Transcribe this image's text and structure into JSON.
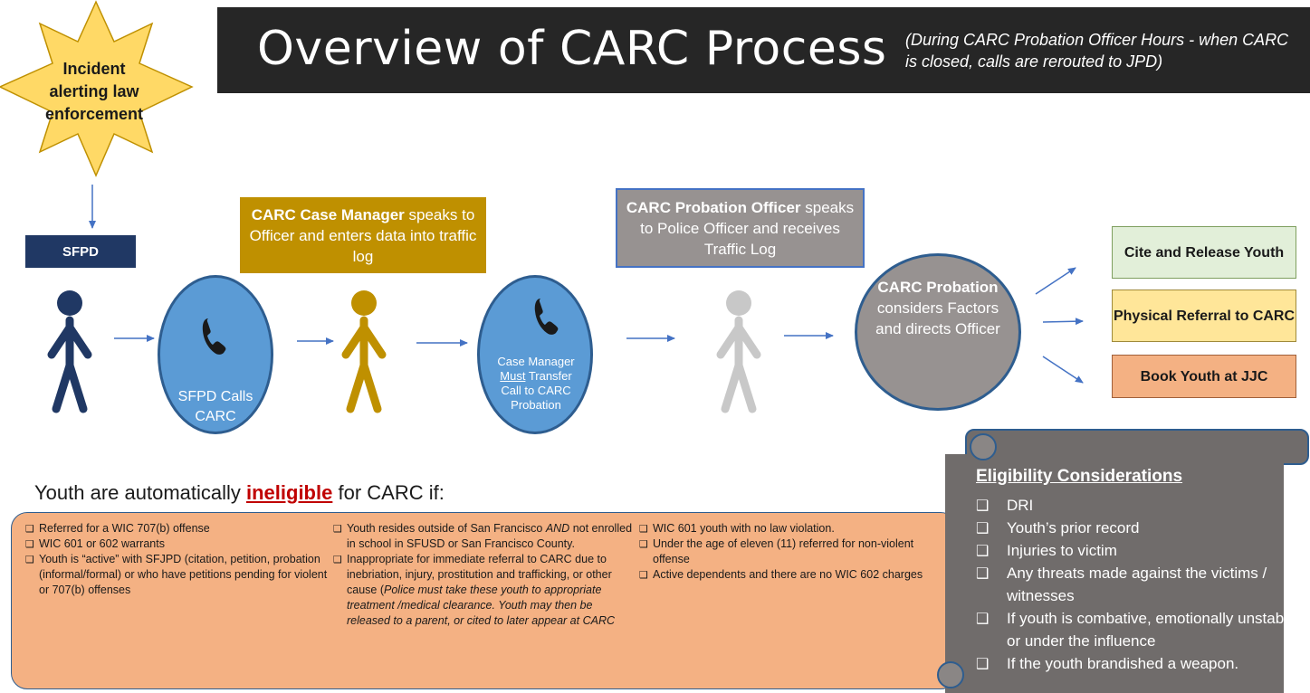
{
  "title": {
    "main": "Overview of CARC  Process",
    "note": "(During CARC Probation Officer Hours - when CARC is closed, calls are rerouted to JPD)"
  },
  "start": {
    "label": "Incident alerting law enforcement"
  },
  "sfpd": {
    "label": "SFPD"
  },
  "case_manager_box": {
    "bold": "CARC Case Manager",
    "rest": " speaks to Officer and enters data into traffic log"
  },
  "probation_officer_box": {
    "bold": "CARC Probation Officer",
    "rest": " speaks to Police Officer and receives Traffic Log"
  },
  "circle1": {
    "label": "SFPD Calls CARC"
  },
  "circle2": {
    "pre": "Case Manager ",
    "underline": "Must",
    "post": " Transfer Call to CARC Probation"
  },
  "circle3": {
    "bold": "CARC Probation",
    "rest": " considers Factors and directs Officer"
  },
  "outcomes": [
    "Cite and Release Youth",
    "Physical Referral to CARC",
    "Book Youth at JJC"
  ],
  "ineligible": {
    "heading_pre": "Youth are automatically ",
    "heading_keyword": "ineligible",
    "heading_post": " for CARC if:",
    "col1": [
      "Referred for a WIC 707(b) offense",
      "WIC 601 or 602 warrants",
      "Youth is “active” with SFJPD (citation, petition, probation (informal/formal) or who have petitions pending for violent or 707(b) offenses"
    ],
    "col2_item1_pre": "Youth resides outside of San Francisco ",
    "col2_item1_italic": "AND",
    "col2_item1_post": " not enrolled in school in SFUSD or San Francisco County.",
    "col2_item2_pre": "Inappropriate for immediate referral to CARC due to inebriation, injury, prostitution and trafficking, or other cause (",
    "col2_item2_italic": "Police must take these youth to appropriate treatment /medical clearance. Youth may then be released to a parent, or cited to later appear at CARC",
    "col3": [
      "WIC 601 youth with no law violation.",
      "Under the age of eleven (11) referred for non-violent offense",
      "Active dependents and there are no WIC 602 charges"
    ]
  },
  "eligibility": {
    "title": "Eligibility Considerations",
    "items": [
      "DRI",
      "Youth’s prior record",
      "Injuries to victim",
      "Any threats made against the victims / witnesses",
      "If youth is combative, emotionally unstable or under the influence",
      "If the youth brandished a weapon."
    ]
  },
  "colors": {
    "navy": "#203864",
    "gold": "#bf9000",
    "blue": "#5b9bd5",
    "gray": "#979291",
    "peach": "#f4b183",
    "green": "#e2efd9",
    "yellow": "#ffe699",
    "star": "#ffd966"
  }
}
